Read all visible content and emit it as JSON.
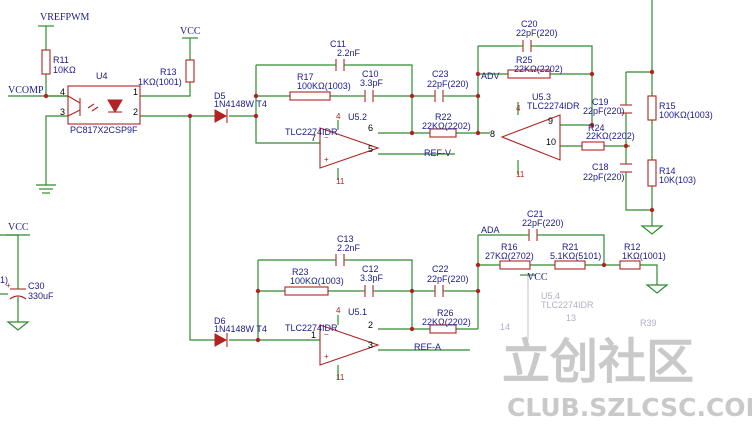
{
  "nets": {
    "vrefpwm": "VREFPWM",
    "vcc_top": "VCC",
    "vcomp": "VCOMP",
    "vcc_left": "VCC",
    "vcc_u54": "VCC",
    "adv": "ADV",
    "ada": "ADA",
    "refv": "REF-V",
    "refa": "REF-A"
  },
  "components": {
    "r11": {
      "ref": "R11",
      "value": "10KΩ"
    },
    "r13": {
      "ref": "R13",
      "value": "1KΩ(1001)"
    },
    "u4": {
      "ref": "U4",
      "value": "PC817X2CSP9F"
    },
    "d5": {
      "ref": "D5",
      "value": "1N4148W T4"
    },
    "d6": {
      "ref": "D6",
      "value": "1N4148W T4"
    },
    "c11": {
      "ref": "C11",
      "value": "2.2nF"
    },
    "r17": {
      "ref": "R17",
      "value": "100KΩ(1003)"
    },
    "c10": {
      "ref": "C10",
      "value": "3.3pF"
    },
    "c23": {
      "ref": "C23",
      "value": "22pF(220)"
    },
    "r22": {
      "ref": "R22",
      "value": "22KΩ(2202)"
    },
    "u52": {
      "ref": "U5.2",
      "value": "TLC2274IDR"
    },
    "c20": {
      "ref": "C20",
      "value": "22pF(220)"
    },
    "r25": {
      "ref": "R25",
      "value": "22KΩ(2202)"
    },
    "u53": {
      "ref": "U5.3",
      "value": "TLC2274IDR"
    },
    "r24": {
      "ref": "R24",
      "value": "22KΩ(2202)"
    },
    "c19": {
      "ref": "C19",
      "value": "22pF(220)"
    },
    "c18": {
      "ref": "C18",
      "value": "22pF(220)"
    },
    "r15": {
      "ref": "R15",
      "value": "100KΩ(1003)"
    },
    "r14": {
      "ref": "R14",
      "value": "10K(103)"
    },
    "c13": {
      "ref": "C13",
      "value": "2.2nF"
    },
    "r23": {
      "ref": "R23",
      "value": "100KΩ(1003)"
    },
    "c12": {
      "ref": "C12",
      "value": "3.3pF"
    },
    "c22": {
      "ref": "C22",
      "value": "22pF(220)"
    },
    "r26": {
      "ref": "R26",
      "value": "22KΩ(2202)"
    },
    "u51": {
      "ref": "U5.1",
      "value": "TLC2274IDR"
    },
    "c21": {
      "ref": "C21",
      "value": "22pF(220)"
    },
    "r16": {
      "ref": "R16",
      "value": "27KΩ(2702)"
    },
    "r21": {
      "ref": "R21",
      "value": "5.1KΩ(5101)"
    },
    "r12": {
      "ref": "R12",
      "value": "1KΩ(1001)"
    },
    "u54": {
      "ref": "U5.4",
      "value": "TLC2274IDR"
    },
    "c30": {
      "ref": "C30",
      "value": "330uF"
    },
    "r39": {
      "ref": "R39"
    }
  },
  "pins": {
    "u4_4": "4",
    "u4_3": "3",
    "u4_1": "1",
    "u4_2": "2",
    "u52_4": "4",
    "u52_6": "6",
    "u52_7": "7",
    "u52_5": "5",
    "u52_11": "11",
    "u53_4": "4",
    "u53_9": "9",
    "u53_8": "8",
    "u53_10": "10",
    "u53_11": "11",
    "u51_4": "4",
    "u51_2": "2",
    "u51_1": "1",
    "u51_3": "3",
    "u51_11": "11",
    "u54_14": "14",
    "u54_13": "13"
  },
  "misc": {
    "c30_partial": "1)"
  },
  "watermark": {
    "cn": "立创社区",
    "url": "CLUB.SZLCSC.COM"
  },
  "colors": {
    "wire": "#2e8b2e",
    "part": "#b22222",
    "text": "#1a1a8c",
    "watermark": "#c9c9c9"
  }
}
